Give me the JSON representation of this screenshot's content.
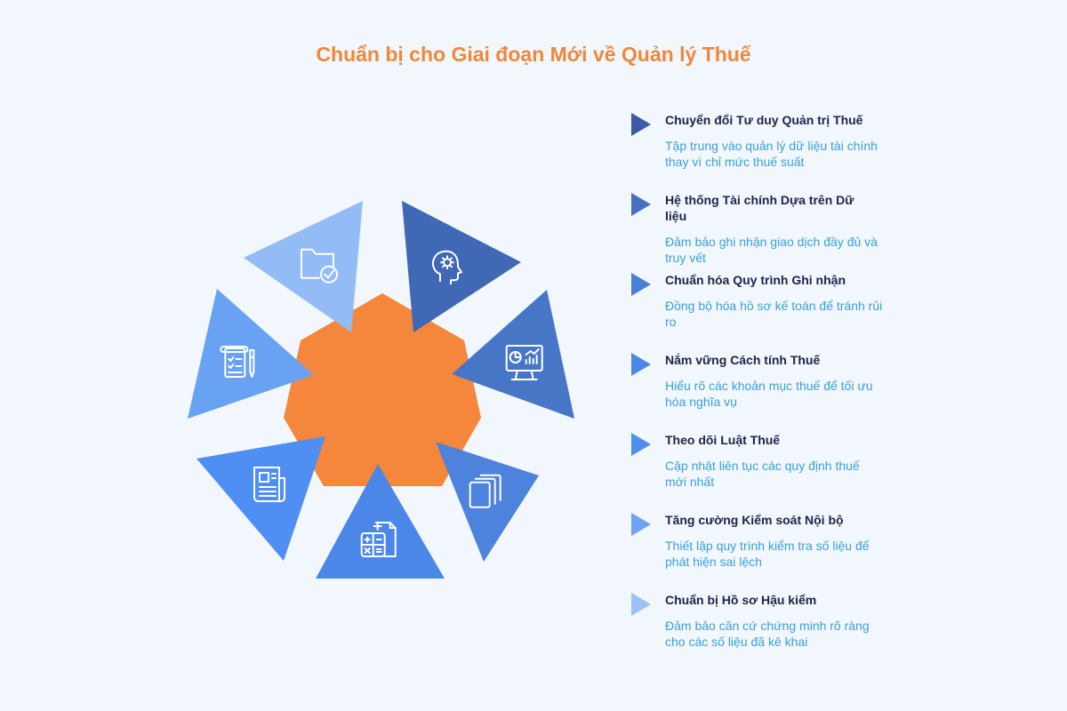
{
  "title": "Chuẩn bị cho Giai đoạn Mới về Quản lý Thuế",
  "colors": {
    "title": "#f0873a",
    "center": "#f5873c",
    "item_title": "#1f2347",
    "item_desc": "#3d9fd8",
    "background": "#f1f7fc"
  },
  "segments": [
    {
      "icon": "brain-gear-icon",
      "color": "#4068b4"
    },
    {
      "icon": "analytics-monitor-icon",
      "color": "#4876c6"
    },
    {
      "icon": "stacked-cards-icon",
      "color": "#4d82dd"
    },
    {
      "icon": "calculator-document-icon",
      "color": "#4a87e8"
    },
    {
      "icon": "newspaper-icon",
      "color": "#4f8ff3"
    },
    {
      "icon": "checklist-pen-icon",
      "color": "#6aa2f3"
    },
    {
      "icon": "folder-check-icon",
      "color": "#93bbf5"
    }
  ],
  "items": [
    {
      "title": "Chuyển đổi Tư duy Quản trị Thuế",
      "desc": "Tập trung vào quản lý dữ liệu tài chính thay vì chỉ mức thuế suất",
      "marker_color": "#3c5aa6"
    },
    {
      "title": "Hệ thống Tài chính Dựa trên Dữ liệu",
      "desc": "Đảm bảo ghi nhận giao dịch đầy đủ và truy vết",
      "marker_color": "#4570c0"
    },
    {
      "title": "Chuẩn hóa Quy trình Ghi nhận",
      "desc": "Đồng bộ hóa hồ sơ kế toán để tránh rủi ro",
      "marker_color": "#4a7fd6"
    },
    {
      "title": "Nắm vững Cách tính Thuế",
      "desc": "Hiểu rõ các khoản mục thuế để tối ưu hóa nghĩa vụ",
      "marker_color": "#4b86e6"
    },
    {
      "title": "Theo dõi Luật Thuế",
      "desc": "Cập nhật liên tục các quy định thuế mới nhất",
      "marker_color": "#4f8ff0"
    },
    {
      "title": "Tăng cường Kiểm soát Nội bộ",
      "desc": "Thiết lập quy trình kiểm tra số liệu để phát hiện sai lệch",
      "marker_color": "#6da3f2"
    },
    {
      "title": "Chuẩn bị Hồ sơ Hậu kiểm",
      "desc": "Đảm bảo căn cứ chứng minh rõ ràng cho các số liệu đã kê khai",
      "marker_color": "#9cc1f5"
    }
  ]
}
